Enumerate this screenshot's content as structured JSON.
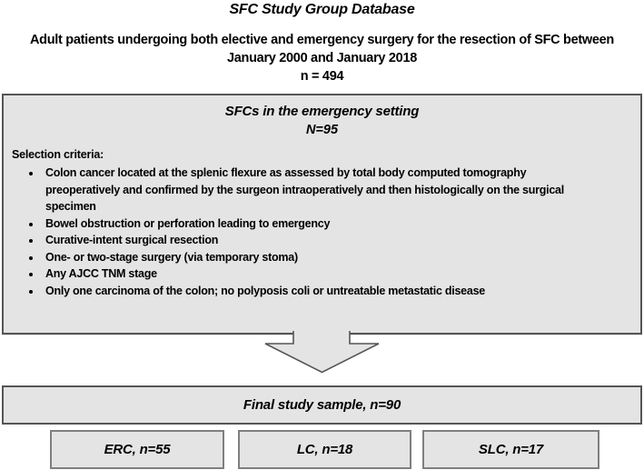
{
  "header": {
    "title": "SFC Study Group Database",
    "subtitle_line1": "Adult patients undergoing both elective and emergency surgery for the resection of SFC between",
    "subtitle_line2": "January 2000 and January 2018",
    "subtitle_line3": "n = 494"
  },
  "criteria_box": {
    "heading": "SFCs in the emergency setting",
    "count": "N=95",
    "list_title": "Selection criteria:",
    "bullets": [
      "Colon cancer located at the splenic flexure as assessed by total body computed tomography preoperatively and confirmed by the surgeon intraoperatively and then histologically on the surgical specimen",
      "Bowel obstruction or perforation leading to emergency",
      "Curative-intent surgical resection",
      "One- or two-stage surgery (via temporary stoma)",
      "Any AJCC TNM stage",
      "Only one carcinoma of the colon; no polyposis coli or untreatable metastatic disease"
    ]
  },
  "final_box": {
    "label": "Final study sample, n=90"
  },
  "groups": [
    {
      "label": "ERC, n=55"
    },
    {
      "label": "LC, n=18"
    },
    {
      "label": "SLC, n=17"
    }
  ],
  "colors": {
    "box_fill": "#e4e4e4",
    "box_border_dark": "#555555",
    "group_border": "#7f7f7f",
    "text": "#000000"
  }
}
